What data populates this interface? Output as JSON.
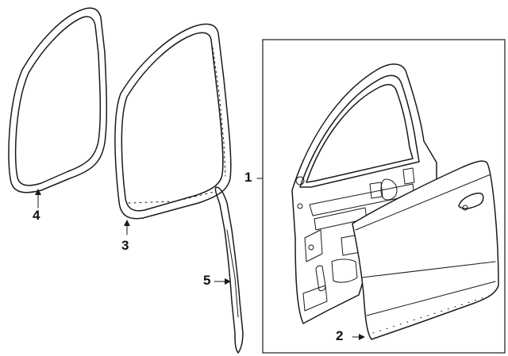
{
  "callouts": {
    "door_shell": "1",
    "outer_panel": "2",
    "body_weatherstrip": "3",
    "door_weatherstrip": "4",
    "seal_strip": "5"
  }
}
